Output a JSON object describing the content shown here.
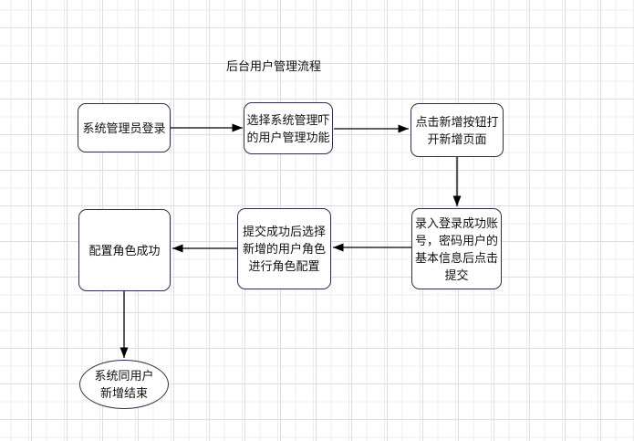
{
  "diagram": {
    "title": "后台用户管理流程",
    "colors": {
      "node_border": "#2e2e50",
      "node_fill": "#ffffff",
      "arrow": "#000000",
      "text": "#111111",
      "grid_minor": "#ececec",
      "grid_major": "#dddddd",
      "canvas_bg": "#ffffff"
    },
    "nodes": [
      {
        "id": "admin-login",
        "shape": "rounded-rect",
        "label": "系统管理员登录"
      },
      {
        "id": "select-module",
        "shape": "rounded-rect",
        "label": "选择系统管理吓\n的用户管理功能"
      },
      {
        "id": "click-add",
        "shape": "rounded-rect",
        "label": "点击新增按钮打\n开新增页面"
      },
      {
        "id": "input-info",
        "shape": "rounded-rect",
        "label": "录入登录成功账\n号，密码用户的\n基本信息后点击\n提交"
      },
      {
        "id": "assign-role",
        "shape": "rounded-rect",
        "label": "提交成功后选择\n新增的用户角色\n进行角色配置"
      },
      {
        "id": "role-done",
        "shape": "rounded-rect",
        "label": "配置角色成功"
      },
      {
        "id": "end",
        "shape": "ellipse",
        "label": "系统同用户\n新增结束"
      }
    ],
    "connectors": [
      {
        "from": "admin-login",
        "to": "select-module",
        "direction": "right"
      },
      {
        "from": "select-module",
        "to": "click-add",
        "direction": "right"
      },
      {
        "from": "click-add",
        "to": "input-info",
        "direction": "down"
      },
      {
        "from": "input-info",
        "to": "assign-role",
        "direction": "left"
      },
      {
        "from": "assign-role",
        "to": "role-done",
        "direction": "left"
      },
      {
        "from": "role-done",
        "to": "end",
        "direction": "down"
      }
    ]
  }
}
